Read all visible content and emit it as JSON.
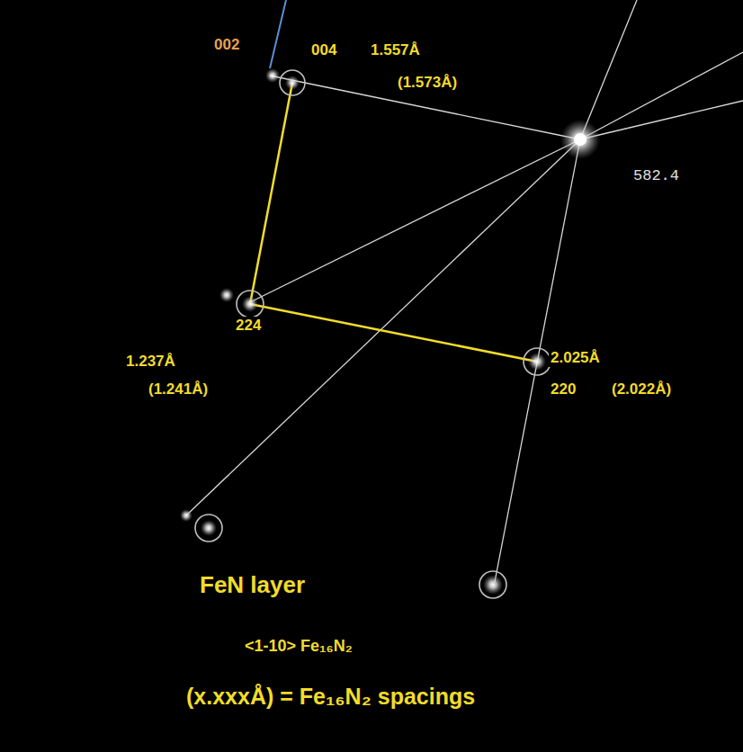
{
  "diagram": {
    "labels": [
      "002",
      "004",
      "1.557Å",
      "(1.573Å)",
      "582.4",
      "224",
      "1.237Å",
      "(1.241Å)",
      "2.025Å",
      "220",
      "(2.022Å)",
      "FeN layer",
      "<1-10> Fe₁₆N₂",
      "(x.xxxÅ) = Fe₁₆N₂ spacings"
    ]
  }
}
